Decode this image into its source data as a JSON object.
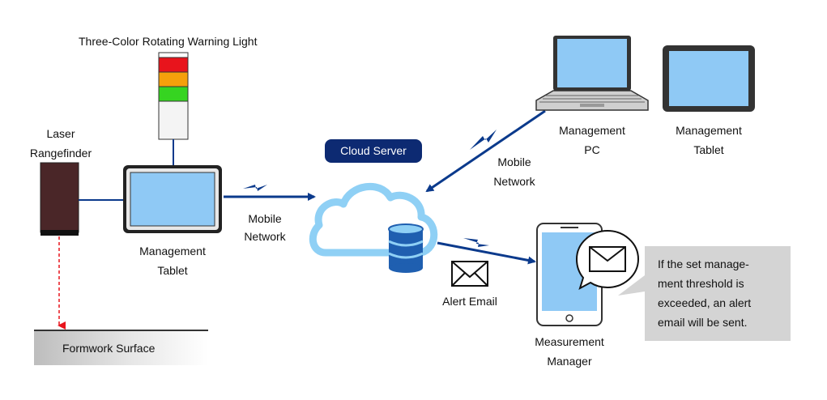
{
  "labels": {
    "warning_light": "Three-Color Rotating Warning Light",
    "laser_line1": "Laser",
    "laser_line2": "Rangefinder",
    "tablet_left_line1": "Management",
    "tablet_left_line2": "Tablet",
    "network_left_line1": "Mobile",
    "network_left_line2": "Network",
    "cloud_server": "Cloud Server",
    "network_right_line1": "Mobile",
    "network_right_line2": "Network",
    "pc_line1": "Management",
    "pc_line2": "PC",
    "tablet_right_line1": "Management",
    "tablet_right_line2": "Tablet",
    "alert_email": "Alert Email",
    "manager_line1": "Measurement",
    "manager_line2": "Manager",
    "formwork": "Formwork Surface",
    "note_line1": "If the set manage-",
    "note_line2": "ment threshold is",
    "note_line3": "exceeded, an alert",
    "note_line4": "email will be sent."
  },
  "icons": {
    "warning_light": "three-color-signal-tower-icon",
    "laser": "laser-rangefinder-icon",
    "tablet": "tablet-icon",
    "cloud": "cloud-icon",
    "database": "database-icon",
    "laptop": "laptop-icon",
    "smartphone": "smartphone-icon",
    "envelope": "envelope-icon",
    "lightning": "wireless-lightning-icon"
  },
  "colors": {
    "navy": "#0d2a72",
    "link_blue": "#0b3a8c",
    "screen_blue": "#8fc9f5",
    "cloud_blue": "#8fd0f5",
    "light_red": "#e8141c",
    "light_orange": "#f5a00b",
    "light_green": "#36d421",
    "laser_body": "#4a2628",
    "laser_beam": "#e8141c",
    "note_bg": "#d4d4d4"
  }
}
